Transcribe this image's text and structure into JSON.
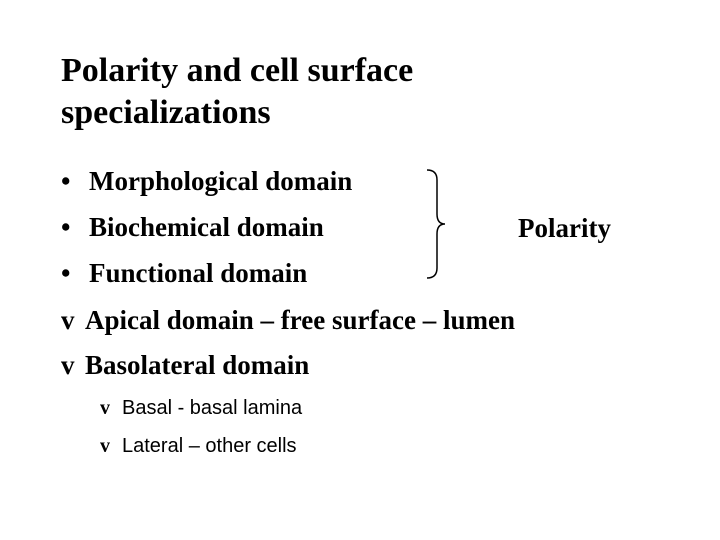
{
  "slide": {
    "title_line1": "Polarity and cell surface",
    "title_line2": "specializations",
    "bullets": [
      {
        "marker": "•",
        "text": "Morphological domain"
      },
      {
        "marker": "•",
        "text": "Biochemical domain"
      },
      {
        "marker": "•",
        "text": "Functional domain"
      }
    ],
    "brace_label": "Polarity",
    "diamond_items": [
      {
        "marker": "v",
        "text": "Apical domain – free surface – lumen"
      },
      {
        "marker": "v",
        "text": "Basolateral  domain"
      }
    ],
    "sub_items": [
      {
        "marker": "v",
        "text": "Basal - basal lamina"
      },
      {
        "marker": "v",
        "text": "Lateral – other cells"
      }
    ]
  }
}
